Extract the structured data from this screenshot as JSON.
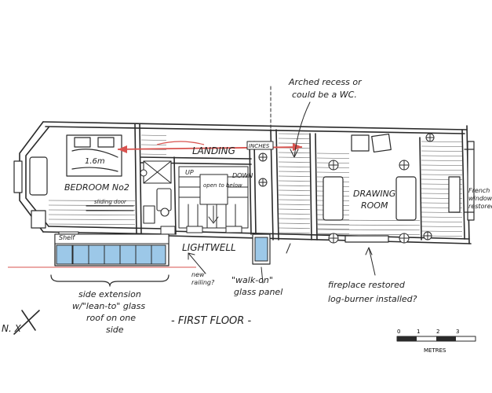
{
  "labels": {
    "landing": "LANDING",
    "inches": "INCHES",
    "bed_size": "1.6m",
    "bedroom": "BEDROOM No2",
    "sliding_door": "sliding door",
    "up": "UP",
    "down": "DOWN",
    "open_below": "open to below",
    "drawing_room_1": "DRAWING",
    "drawing_room_2": "ROOM",
    "french_1": "French",
    "french_2": "windows",
    "french_3": "restored",
    "arched_recess_1": "Arched recess or",
    "arched_recess_2": "could be a WC.",
    "lightwell": "LIGHTWELL",
    "new_railing_1": "new",
    "new_railing_2": "railing?",
    "walk_on_1": "\"walk-on\"",
    "walk_on_2": "glass panel",
    "side_ext_1": "side extension",
    "side_ext_2": "w/\"lean-to\" glass",
    "side_ext_3": "roof on one",
    "side_ext_4": "side",
    "fireplace_1": "fireplace restored",
    "fireplace_2": "log-burner installed?",
    "first_floor": "- FIRST FLOOR -",
    "shelf": "Shelf",
    "corner_mark": "N. X"
  },
  "scale": {
    "ticks": [
      "0",
      "1",
      "2",
      "3"
    ],
    "unit": "METRES"
  },
  "colors": {
    "ink": "#2a2a2a",
    "arrow": "#d9534f",
    "glass": "#9cc8e8"
  }
}
